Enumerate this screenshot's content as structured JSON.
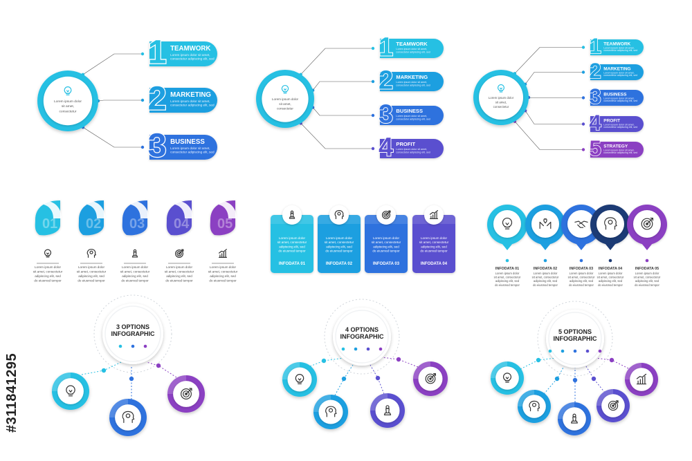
{
  "colors": {
    "c1": "#27c0e3",
    "c2": "#1e9fe0",
    "c3": "#2f72de",
    "c4": "#5a4fcf",
    "c5": "#8b3fc2",
    "navy": "#1c3a74",
    "ring_light": "#eef1f4",
    "text_dark": "#333333",
    "text_gray": "#8a8a8a"
  },
  "side_label": "#311841295",
  "lorem_short": [
    "Lorem ipsum dolor",
    "sit amet,",
    "consectetur"
  ],
  "lorem_row": [
    "Lorem ipsum dolor sit amet,",
    "consectetur adipiscing elit, sed"
  ],
  "lorem_block": [
    "Lorem ipsum dolor",
    "sit amet, consectetur",
    "adipiscing elit, sed",
    "do eiusmod tempor"
  ],
  "top_row": [
    {
      "items": [
        {
          "num": "1",
          "title": "TEAMWORK"
        },
        {
          "num": "2",
          "title": "MARKETING"
        },
        {
          "num": "3",
          "title": "BUSINESS"
        }
      ]
    },
    {
      "items": [
        {
          "num": "1",
          "title": "TEAMWORK"
        },
        {
          "num": "2",
          "title": "MARKETING"
        },
        {
          "num": "3",
          "title": "BUSINESS"
        },
        {
          "num": "4",
          "title": "PROFIT"
        }
      ]
    },
    {
      "items": [
        {
          "num": "1",
          "title": "TEAMWORK"
        },
        {
          "num": "2",
          "title": "MARKETING"
        },
        {
          "num": "3",
          "title": "BUSINESS"
        },
        {
          "num": "4",
          "title": "PROFIT"
        },
        {
          "num": "5",
          "title": "STRATEGY"
        }
      ]
    }
  ],
  "leaves": {
    "nums": [
      "01",
      "02",
      "03",
      "04",
      "05"
    ],
    "icons": [
      "bulb-icon",
      "head-gear-icon",
      "chess-icon",
      "target-icon",
      "growth-chart-icon"
    ]
  },
  "cards": {
    "titles": [
      "INFODATA 01",
      "INFODATA 02",
      "INFODATA 03",
      "INFODATA 04"
    ],
    "icons": [
      "chess-icon",
      "head-gear-icon",
      "target-icon",
      "growth-chart-icon"
    ]
  },
  "circles": {
    "titles": [
      "INFODATA 01",
      "INFODATA 02",
      "INFODATA 03",
      "INFODATA 04",
      "INFODATA 05"
    ],
    "icons": [
      "bulb-icon",
      "hands-icon",
      "handshake-icon",
      "head-gear-icon",
      "target-icon"
    ]
  },
  "hubs": [
    {
      "title_line1": "3 OPTIONS",
      "title_line2": "INFOGRAPHIC",
      "icons": [
        "bulb-icon",
        "head-gear-icon",
        "target-icon"
      ]
    },
    {
      "title_line1": "4 OPTIONS",
      "title_line2": "INFOGRAPHIC",
      "icons": [
        "bulb-icon",
        "head-gear-icon",
        "chess-icon",
        "target-icon"
      ]
    },
    {
      "title_line1": "5 OPTIONS",
      "title_line2": "INFOGRAPHIC",
      "icons": [
        "bulb-icon",
        "head-gear-icon",
        "chess-icon",
        "target-icon",
        "growth-chart-icon"
      ]
    }
  ]
}
